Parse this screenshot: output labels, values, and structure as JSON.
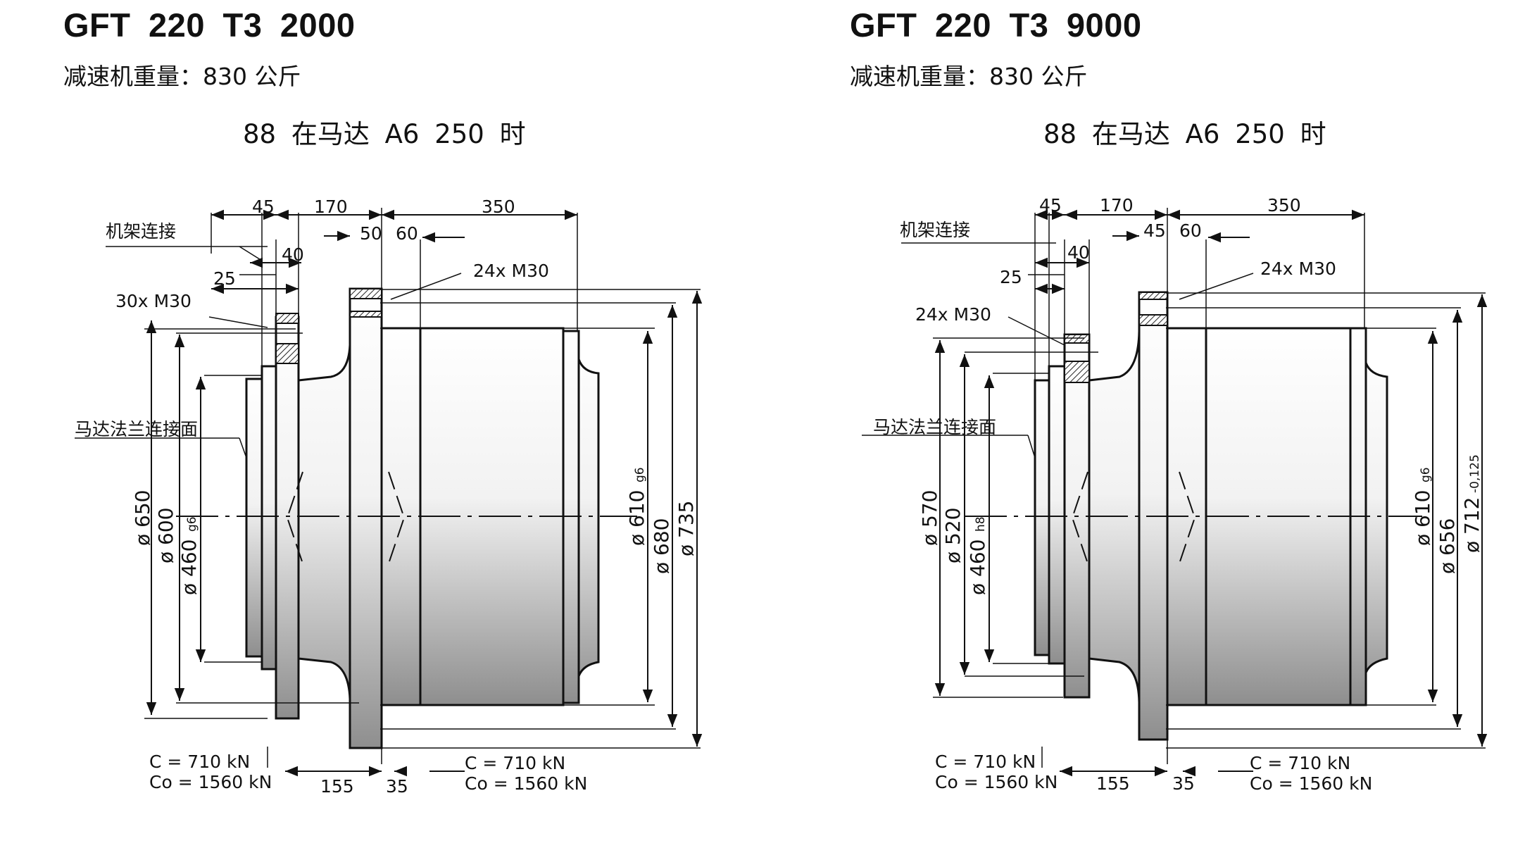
{
  "panels": [
    {
      "title": "GFT  220  T3  2000",
      "weight": "减速机重量：830 公斤",
      "subtitle": "88 在马达  A6  250   时",
      "labels": {
        "frame_connection": "机架连接",
        "motor_flange_face": "马达法兰连接面",
        "bolts_left": "30x  M30",
        "bolts_right": "24x M30",
        "load_left_c": "C   =   710 kN",
        "load_left_co": "Co = 1560 kN",
        "load_right_c": "C   =   710 kN",
        "load_right_co": "Co = 1560 kN"
      },
      "dims": {
        "d45": "45",
        "d170": "170",
        "d350": "350",
        "d50": "50",
        "d60": "60",
        "d40": "40",
        "d25": "25",
        "d155": "155",
        "d35": "35",
        "phi_a": "ø 650",
        "phi_b": "ø 600",
        "phi_c": "ø 460",
        "phi_c_tol": "g6",
        "phi_d": "ø 610",
        "phi_d_tol": "g6",
        "phi_e": "ø 680",
        "phi_f": "ø 735",
        "phi_f_tol": ""
      }
    },
    {
      "title": "GFT  220  T3  9000",
      "weight": "减速机重量：830 公斤",
      "subtitle": "88 在马达  A6  250   时",
      "labels": {
        "frame_connection": "机架连接",
        "motor_flange_face": "马达法兰连接面",
        "bolts_left": "24x  M30",
        "bolts_right": "24x M30",
        "load_left_c": "C   =   710 kN",
        "load_left_co": "Co = 1560 kN",
        "load_right_c": "C   =   710 kN",
        "load_right_co": "Co = 1560 kN"
      },
      "dims": {
        "d45": "45",
        "d170": "170",
        "d350": "350",
        "d50": "45",
        "d60": "60",
        "d40": "40",
        "d25": "25",
        "d155": "155",
        "d35": "35",
        "phi_a": "ø 570",
        "phi_b": "ø 520",
        "phi_c": "ø 460",
        "phi_c_tol": "h8",
        "phi_d": "ø 610",
        "phi_d_tol": "g6",
        "phi_e": "ø 656",
        "phi_f": "ø 712",
        "phi_f_tol": "-0,125"
      }
    }
  ]
}
